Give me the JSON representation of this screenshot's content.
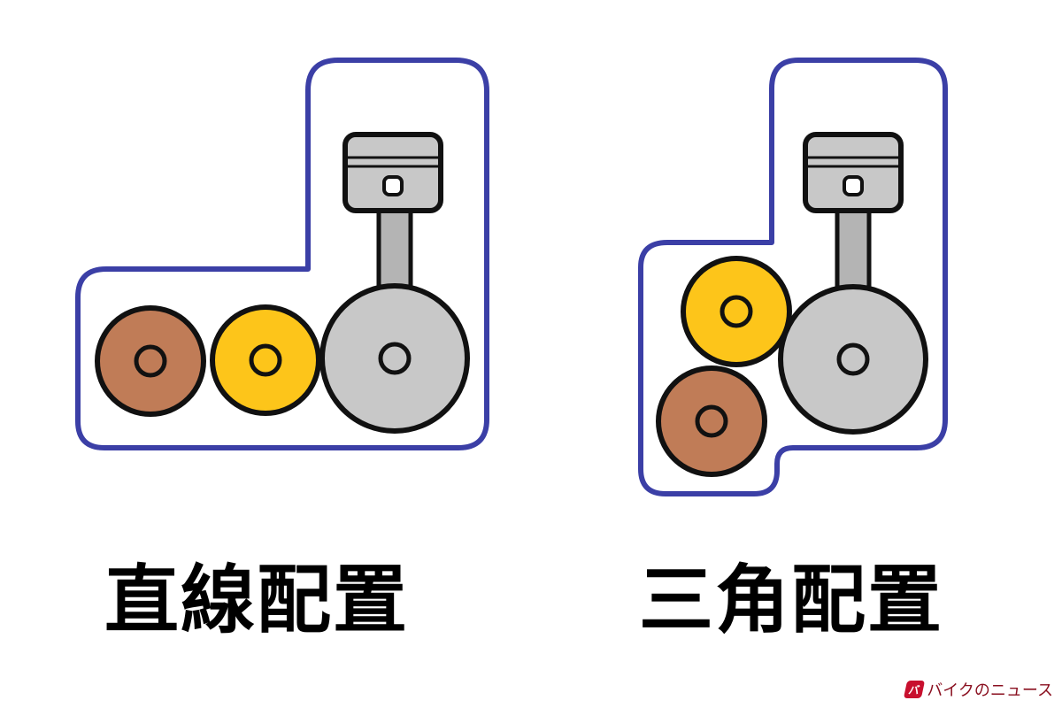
{
  "colors": {
    "outline": "#3b3fa6",
    "crank": "#c8c8c8",
    "crank_dark": "#b4b4b4",
    "yellow_gear": "#fdc51a",
    "brown_gear": "#c07c57",
    "stroke": "#111111"
  },
  "layouts": [
    {
      "id": "linear",
      "caption": "直線配置",
      "arrangement": "straight line"
    },
    {
      "id": "triangle",
      "caption": "三角配置",
      "arrangement": "triangle"
    }
  ],
  "logo": {
    "text": "バイクのニュース",
    "mark": "バ"
  }
}
